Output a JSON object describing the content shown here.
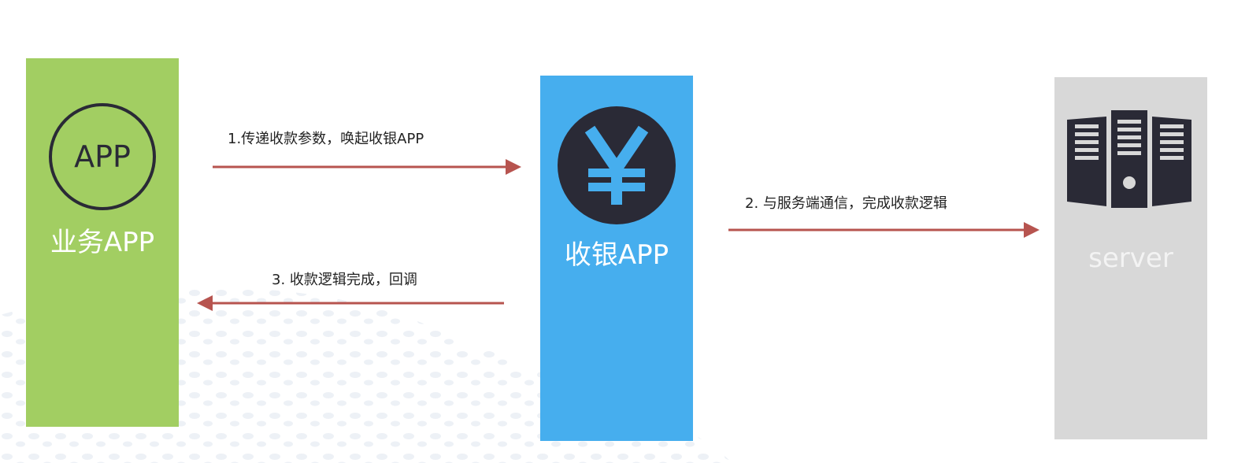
{
  "colors": {
    "business_app": "#a2ce62",
    "cashier_app": "#46aeee",
    "server": "#d8d8d8",
    "icon_dark": "#2a2a36",
    "arrow": "#b7544f"
  },
  "nodes": {
    "business_app": {
      "icon_text": "APP",
      "label": "业务APP",
      "icon": "app-circle-icon"
    },
    "cashier_app": {
      "label": "收银APP",
      "icon": "yen-icon"
    },
    "server": {
      "label": "server",
      "icon": "server-rack-icon"
    }
  },
  "edges": [
    {
      "label": "1.传递收款参数，唤起收银APP",
      "from": "business_app",
      "to": "cashier_app"
    },
    {
      "label": "2. 与服务端通信，完成收款逻辑",
      "from": "cashier_app",
      "to": "server"
    },
    {
      "label": "3. 收款逻辑完成，回调",
      "from": "cashier_app",
      "to": "business_app"
    }
  ]
}
